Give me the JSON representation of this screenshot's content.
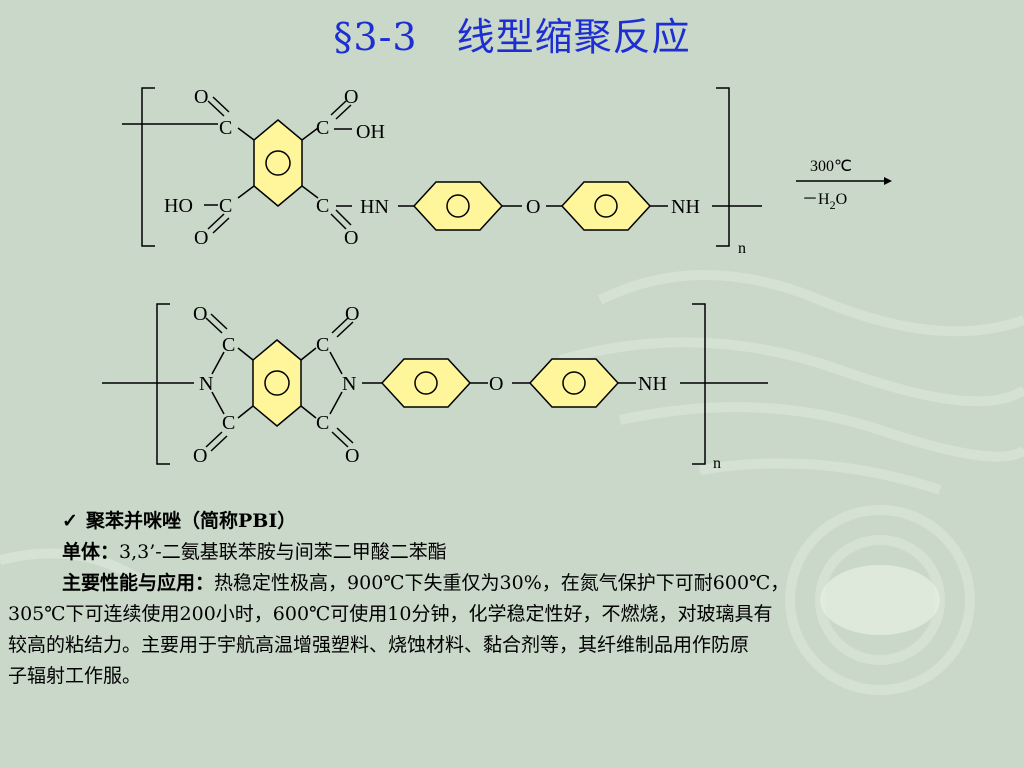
{
  "title": "§3-3　线型缩聚反应",
  "reaction": {
    "condition_temp": "300℃",
    "condition_loss": "－H",
    "condition_loss_sub": "2",
    "condition_loss_tail": "O"
  },
  "structure1": {
    "O": "O",
    "C": "C",
    "OH": "OH",
    "HO": "HO",
    "HN": "HN",
    "NH": "NH",
    "n": "n"
  },
  "structure2": {
    "O": "O",
    "C": "C",
    "N": "N",
    "NH": "NH",
    "n": "n"
  },
  "text": {
    "bullet_title": "聚苯并咪唑（简称PBI）",
    "monomer_label": "单体：",
    "monomer_value": "3,3’-二氨基联苯胺与间苯二甲酸二苯酯",
    "perf_label": "主要性能与应用：",
    "perf_line1": "热稳定性极高，900℃下失重仅为30%，在氮气保护下可耐600℃，",
    "perf_line2": "305℃下可连续使用200小时，600℃可使用10分钟，化学稳定性好，不燃烧，对玻璃具有",
    "perf_line3": "较高的粘结力。主要用于宇航高温增强塑料、烧蚀材料、黏合剂等，其纤维制品用作防原",
    "perf_line4": "子辐射工作服。"
  },
  "colors": {
    "background": "#c9d8c8",
    "title": "#1d2fd2",
    "ring_fill": "#fff59a"
  },
  "icons": {
    "bullet": "check-bullet-icon"
  }
}
